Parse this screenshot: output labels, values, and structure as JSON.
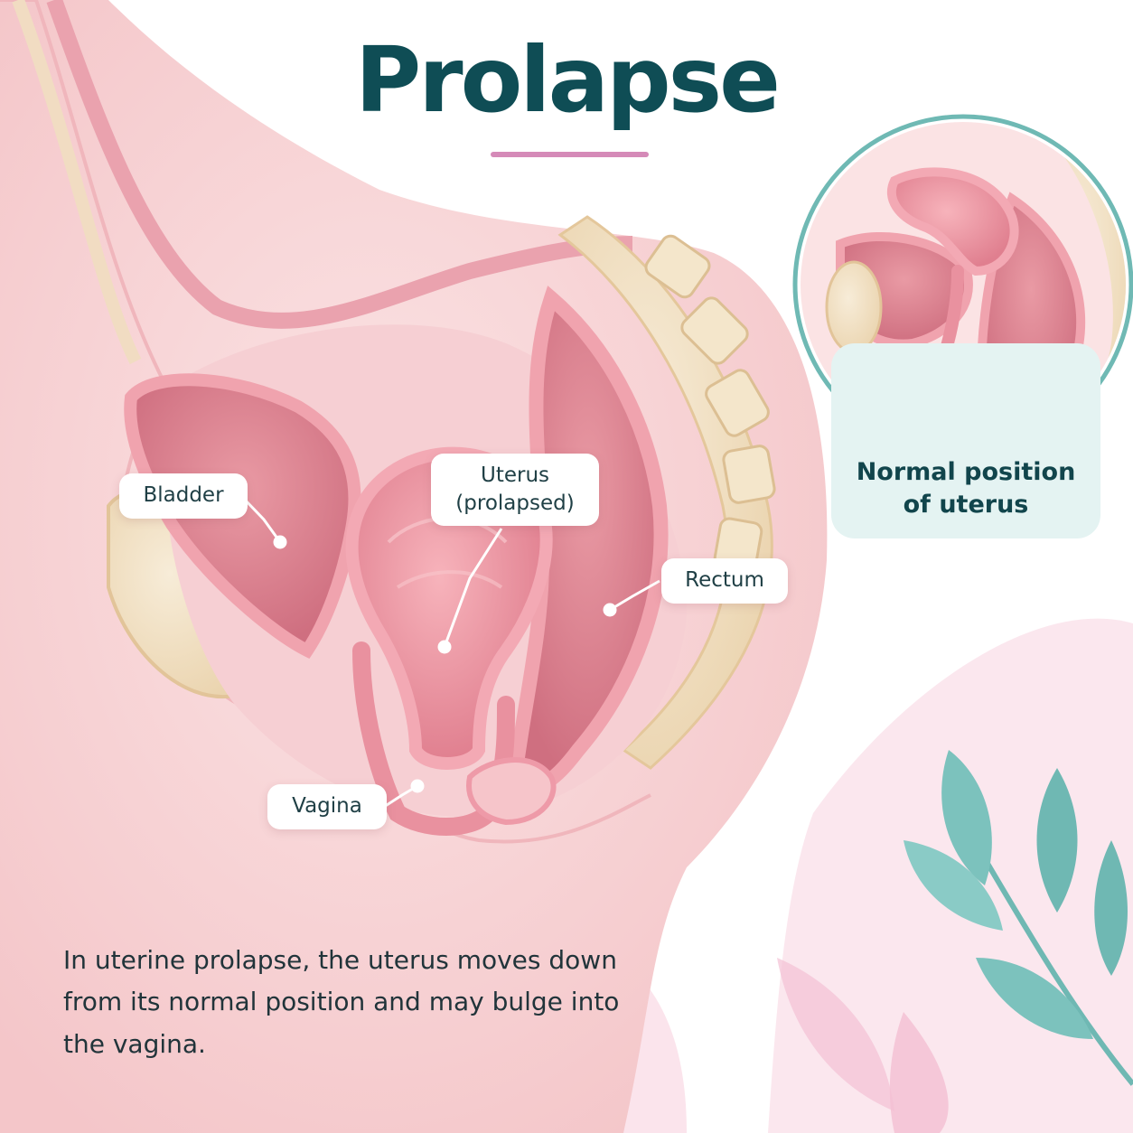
{
  "title": "Prolapse",
  "labels": {
    "bladder": "Bladder",
    "uterus_line1": "Uterus",
    "uterus_line2": "(prolapsed)",
    "rectum": "Rectum",
    "vagina": "Vagina"
  },
  "inset": {
    "caption_line1": "Normal position",
    "caption_line2": "of uterus"
  },
  "description": "In uterine prolapse, the uterus moves down from its normal position and may bulge into the vagina.",
  "colors": {
    "title": "#0f4d55",
    "title_rule": "#d58ab8",
    "inset_ring": "#6fb9b4",
    "inset_card": "#e4f3f2",
    "leaf": "#6fb8b3",
    "tissue_pink": "#f3b9c0",
    "organ_red": "#e06a7e",
    "bone": "#f3e3c6"
  },
  "icons": [
    "leaf-icon"
  ]
}
